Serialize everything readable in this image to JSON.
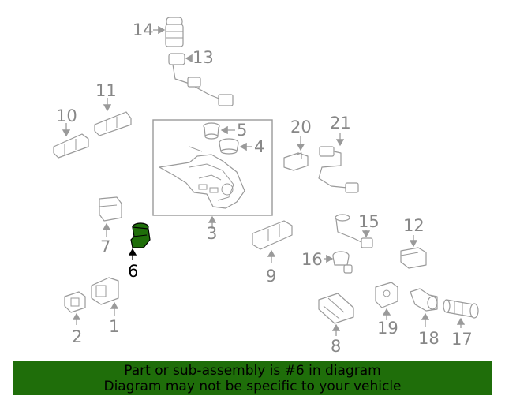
{
  "colors": {
    "banner_bg": "#1f6e0a",
    "highlight_part": "#1f6e0a",
    "line": "#9a9a9a",
    "label": "#888888"
  },
  "callouts": {
    "c1": "1",
    "c2": "2",
    "c3": "3",
    "c4": "4",
    "c5": "5",
    "c6": "6",
    "c7": "7",
    "c8": "8",
    "c9": "9",
    "c10": "10",
    "c11": "11",
    "c12": "12",
    "c13": "13",
    "c14": "14",
    "c15": "15",
    "c16": "16",
    "c17": "17",
    "c18": "18",
    "c19": "19",
    "c20": "20",
    "c21": "21"
  },
  "highlighted_callout": "6",
  "banner": {
    "line1": "Part or sub-assembly is #6 in diagram",
    "line2": "Diagram may not be specific to your vehicle"
  }
}
